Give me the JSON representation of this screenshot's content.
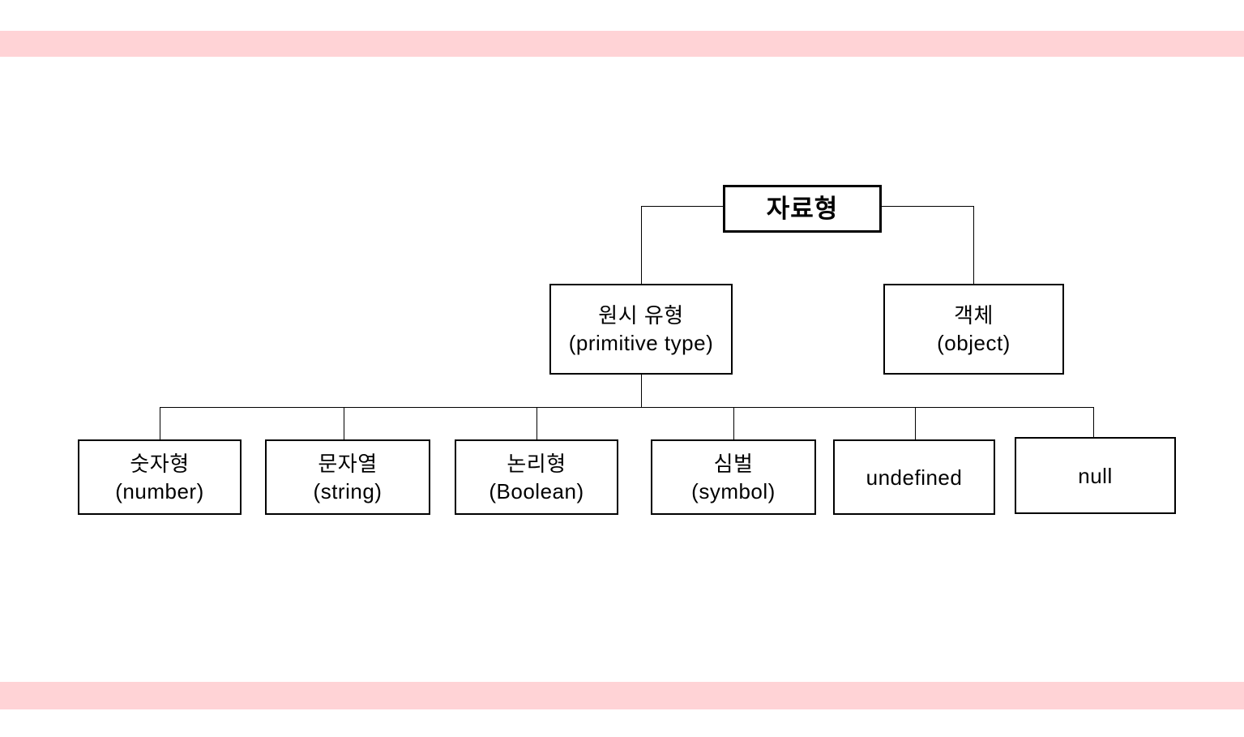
{
  "canvas": {
    "background": "#ffffff"
  },
  "decor": {
    "band_color": "#ffd3d6"
  },
  "diagram": {
    "line_color": "#000000",
    "nodes": {
      "root": {
        "label": "자료형"
      },
      "primitive": {
        "line1": "원시 유형",
        "line2": "(primitive type)"
      },
      "object": {
        "line1": "객체",
        "line2": "(object)"
      },
      "number": {
        "line1": "숫자형",
        "line2": "(number)"
      },
      "string": {
        "line1": "문자열",
        "line2": "(string)"
      },
      "boolean": {
        "line1": "논리형",
        "line2": "(Boolean)"
      },
      "symbol": {
        "line1": "심벌",
        "line2": "(symbol)"
      },
      "undefined_node": {
        "label": "undefined"
      },
      "null_node": {
        "label": "null"
      }
    }
  }
}
